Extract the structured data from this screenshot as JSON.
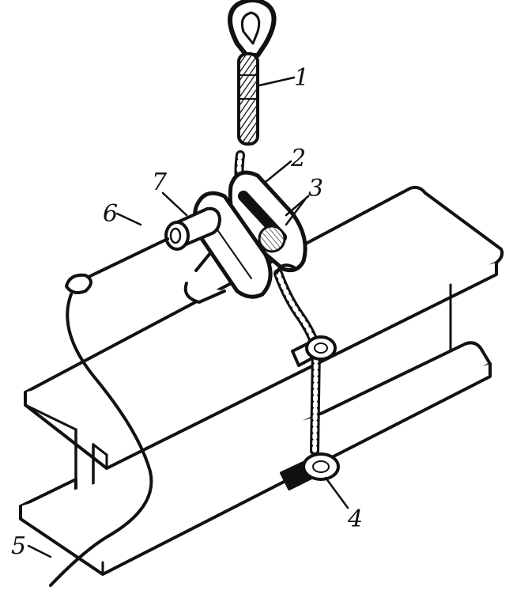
{
  "colors": {
    "ink": "#111111",
    "paper": "#ffffff"
  },
  "labels": {
    "l1": "1",
    "l2": "2",
    "l3": "3",
    "l4": "4",
    "l5": "5",
    "l6": "6",
    "l7": "7"
  }
}
